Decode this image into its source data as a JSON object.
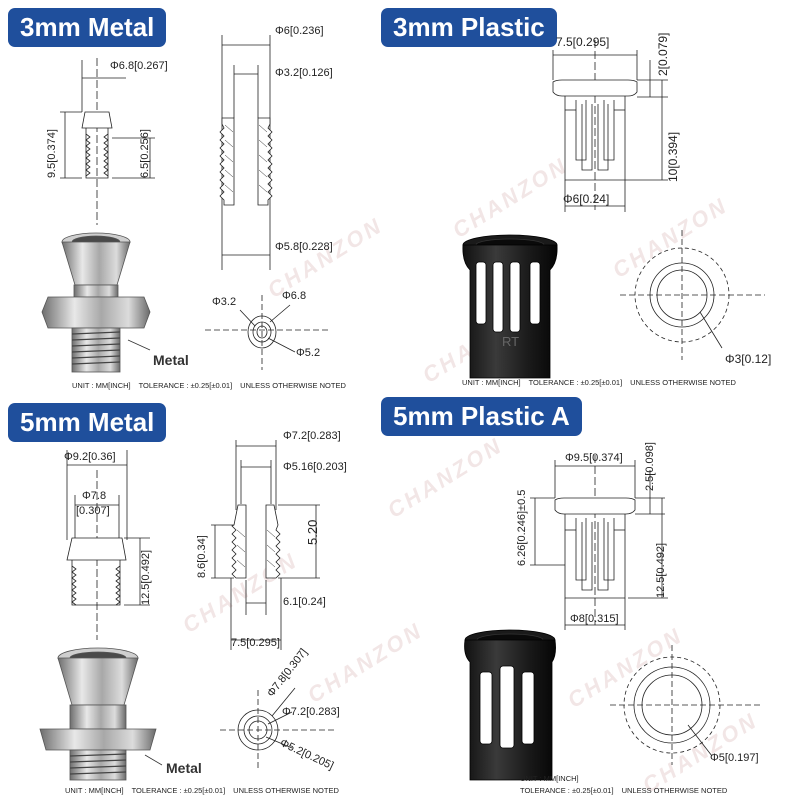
{
  "brand_color": "#1f4f9c",
  "watermark_text": "CHANZON",
  "panels": {
    "metal3": {
      "title": "3mm Metal",
      "dims": {
        "d1": "Φ6.8[0.267]",
        "h1": "9.5[0.374]",
        "h2": "6.5[0.256]",
        "d2": "Φ6[0.236]",
        "d3": "Φ3.2[0.126]",
        "d4": "Φ5.8[0.228]",
        "c1": "Φ3.2",
        "c2": "Φ6.8",
        "c3": "Φ5.2"
      },
      "material_label": "Metal",
      "note": {
        "unit": "UNIT : MM[INCH]",
        "tol": "TOLERANCE : ±0.25[±0.01]",
        "other": "UNLESS OTHERWISE NOTED"
      }
    },
    "plastic3": {
      "title": "3mm Plastic",
      "dims": {
        "w1": "7.5[0.295]",
        "h1": "2[0.079]",
        "h2": "10[0.394]",
        "d1": "Φ6[0.24]",
        "d2": "Φ3[0.12]"
      },
      "mark": "RT",
      "note": {
        "unit": "UNIT : MM[INCH]",
        "tol": "TOLERANCE : ±0.25[±0.01]",
        "other": "UNLESS OTHERWISE NOTED"
      }
    },
    "metal5": {
      "title": "5mm Metal",
      "dims": {
        "d1": "Φ9.2[0.36]",
        "d2": "Φ7.8",
        "d2b": "[0.307]",
        "h1": "12.5[0.492]",
        "d3": "Φ7.2[0.283]",
        "d4": "Φ5.16[0.203]",
        "h2": "8.6[0.34]",
        "h3": "5.20",
        "d5": "6.1[0.24]",
        "d6": "7.5[0.295]",
        "c1": "Φ7.8[0.307]",
        "c2": "Φ7.2[0.283]",
        "c3": "Φ5.2[0.205]"
      },
      "material_label": "Metal",
      "note": {
        "unit": "UNIT : MM[INCH]",
        "tol": "TOLERANCE : ±0.25[±0.01]",
        "other": "UNLESS OTHERWISE NOTED"
      }
    },
    "plastic5": {
      "title": "5mm Plastic A",
      "dims": {
        "w1": "Φ9.5[0.374]",
        "h1": "2.5[0.098]",
        "h2": "6.26[0.246]±0.5",
        "h3": "12.5[0.492]",
        "d1": "Φ8[0.315]",
        "d2": "Φ5[0.197]"
      },
      "note": {
        "unit": "UNIT : MM[INCH]",
        "tol": "TOLERANCE : ±0.25[±0.01]",
        "other": "UNLESS OTHERWISE NOTED"
      }
    }
  }
}
